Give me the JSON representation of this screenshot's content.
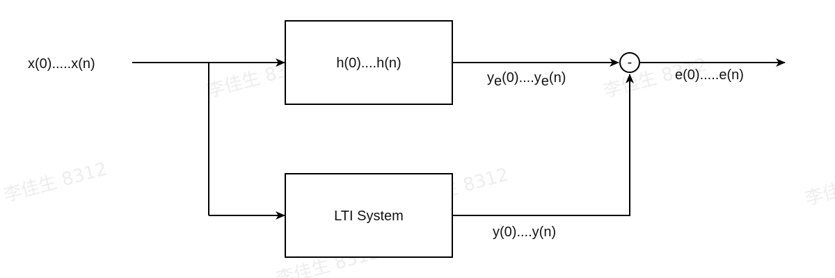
{
  "diagram": {
    "input_label": "x(0).....x(n)",
    "filter_box": {
      "label": "h(0)....h(n)"
    },
    "system_box": {
      "label": "LTI System"
    },
    "estimate_label": {
      "base": "y",
      "sub": "e",
      "mid": "(0)....",
      "base2": "y",
      "sub2": "e",
      "end": "(n)"
    },
    "system_output_label": "y(0)....y(n)",
    "summing_junction": {
      "sign": "-"
    },
    "error_label": "e(0).....e(n)"
  },
  "watermark": {
    "text": "李佳生 8312"
  },
  "colors": {
    "stroke": "#000000",
    "text": "#111111",
    "background": "#ffffff"
  }
}
